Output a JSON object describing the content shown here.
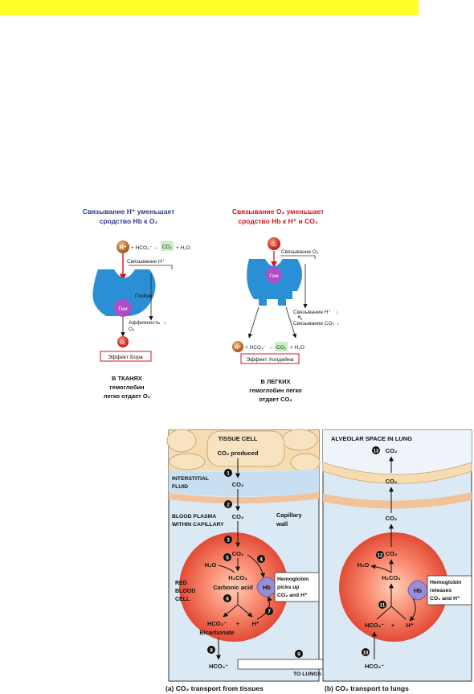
{
  "top": {
    "left_title_line1": "Связывание H⁺ уменьшает",
    "left_title_line2": "сродство Hb к O₂",
    "right_title_line1": "Связывание O₂ уменьшает",
    "right_title_line2": "сродство Hb к H⁺ и CO₂",
    "colors": {
      "blue_title": "#2c3b8f",
      "red_title": "#d4141a",
      "globin": "#2b8fd6",
      "heme": "#b04cc8"
    },
    "left": {
      "hplus": "H⁺",
      "equation_left": "+ HCO₃⁻ ←",
      "co2_box": "CO₂",
      "equation_right": "+ H₂O",
      "binding": "Связывание H⁺",
      "globin": "Глобин",
      "heme": "Гем",
      "affinity": "Аффинность",
      "affinity_o2": "O₂",
      "o2": "O₂",
      "effect": "Эффект Бора",
      "caption_line1": "В ТКАНЯХ",
      "caption_line2": "гемоглобин",
      "caption_line3": "легко отдает O₂"
    },
    "right": {
      "o2": "O₂",
      "binding_o2": "Связывание O₂",
      "heme": "Гем",
      "binding_h": "Связывание H⁺",
      "binding_co2": "Связывание CO₂",
      "hplus": "H⁺",
      "equation_left": "+ HCO₃⁻ →",
      "co2_box": "CO₂",
      "equation_right": "+ H₂O",
      "effect": "Эффект Холдейна",
      "caption_line1": "В ЛЕГКИХ",
      "caption_line2": "гемоглобин легко",
      "caption_line3": "отдает CO₂"
    }
  },
  "bottom": {
    "left_panel": {
      "tissue_cell": "TISSUE CELL",
      "co2_produced": "CO₂ produced",
      "interstitial_line1": "INTERSTITIAL",
      "interstitial_line2": "FLUID",
      "plasma_line1": "BLOOD PLASMA",
      "plasma_line2": "WITHIN CAPILLARY",
      "capillary_line1": "Capillary",
      "capillary_line2": "wall",
      "red_line1": "RED",
      "red_line2": "BLOOD",
      "red_line3": "CELL",
      "co2": "CO₂",
      "h2o": "H₂O",
      "h2co3": "H₂CO₃",
      "carbonic_acid": "Carbonic acid",
      "hb": "Hb",
      "hb_note_line1": "Hemoglobin",
      "hb_note_line2": "picks up",
      "hb_note_line3": "CO₂ and H⁺",
      "hco3": "HCO₃⁻",
      "plus": "+",
      "hplus": "H⁺",
      "bicarbonate": "Bicarbonate",
      "to_lungs": "TO LUNGS",
      "caption": "(a) CO₂ transport from tissues"
    },
    "right_panel": {
      "alveolar": "ALVEOLAR SPACE IN LUNG",
      "co2": "CO₂",
      "h2o": "H₂O",
      "h2co3": "H₂CO₃",
      "hb": "Hb",
      "hb_note_line1": "Hemoglobin",
      "hb_note_line2": "releases",
      "hb_note_line3": "CO₂ and H⁺",
      "hco3": "HCO₃⁻",
      "plus": "+",
      "hplus": "H⁺",
      "caption": "(b) CO₂ transport to lungs"
    },
    "steps": [
      "1",
      "2",
      "3",
      "4",
      "5",
      "6",
      "7",
      "8",
      "9",
      "10",
      "11",
      "12",
      "13"
    ]
  }
}
